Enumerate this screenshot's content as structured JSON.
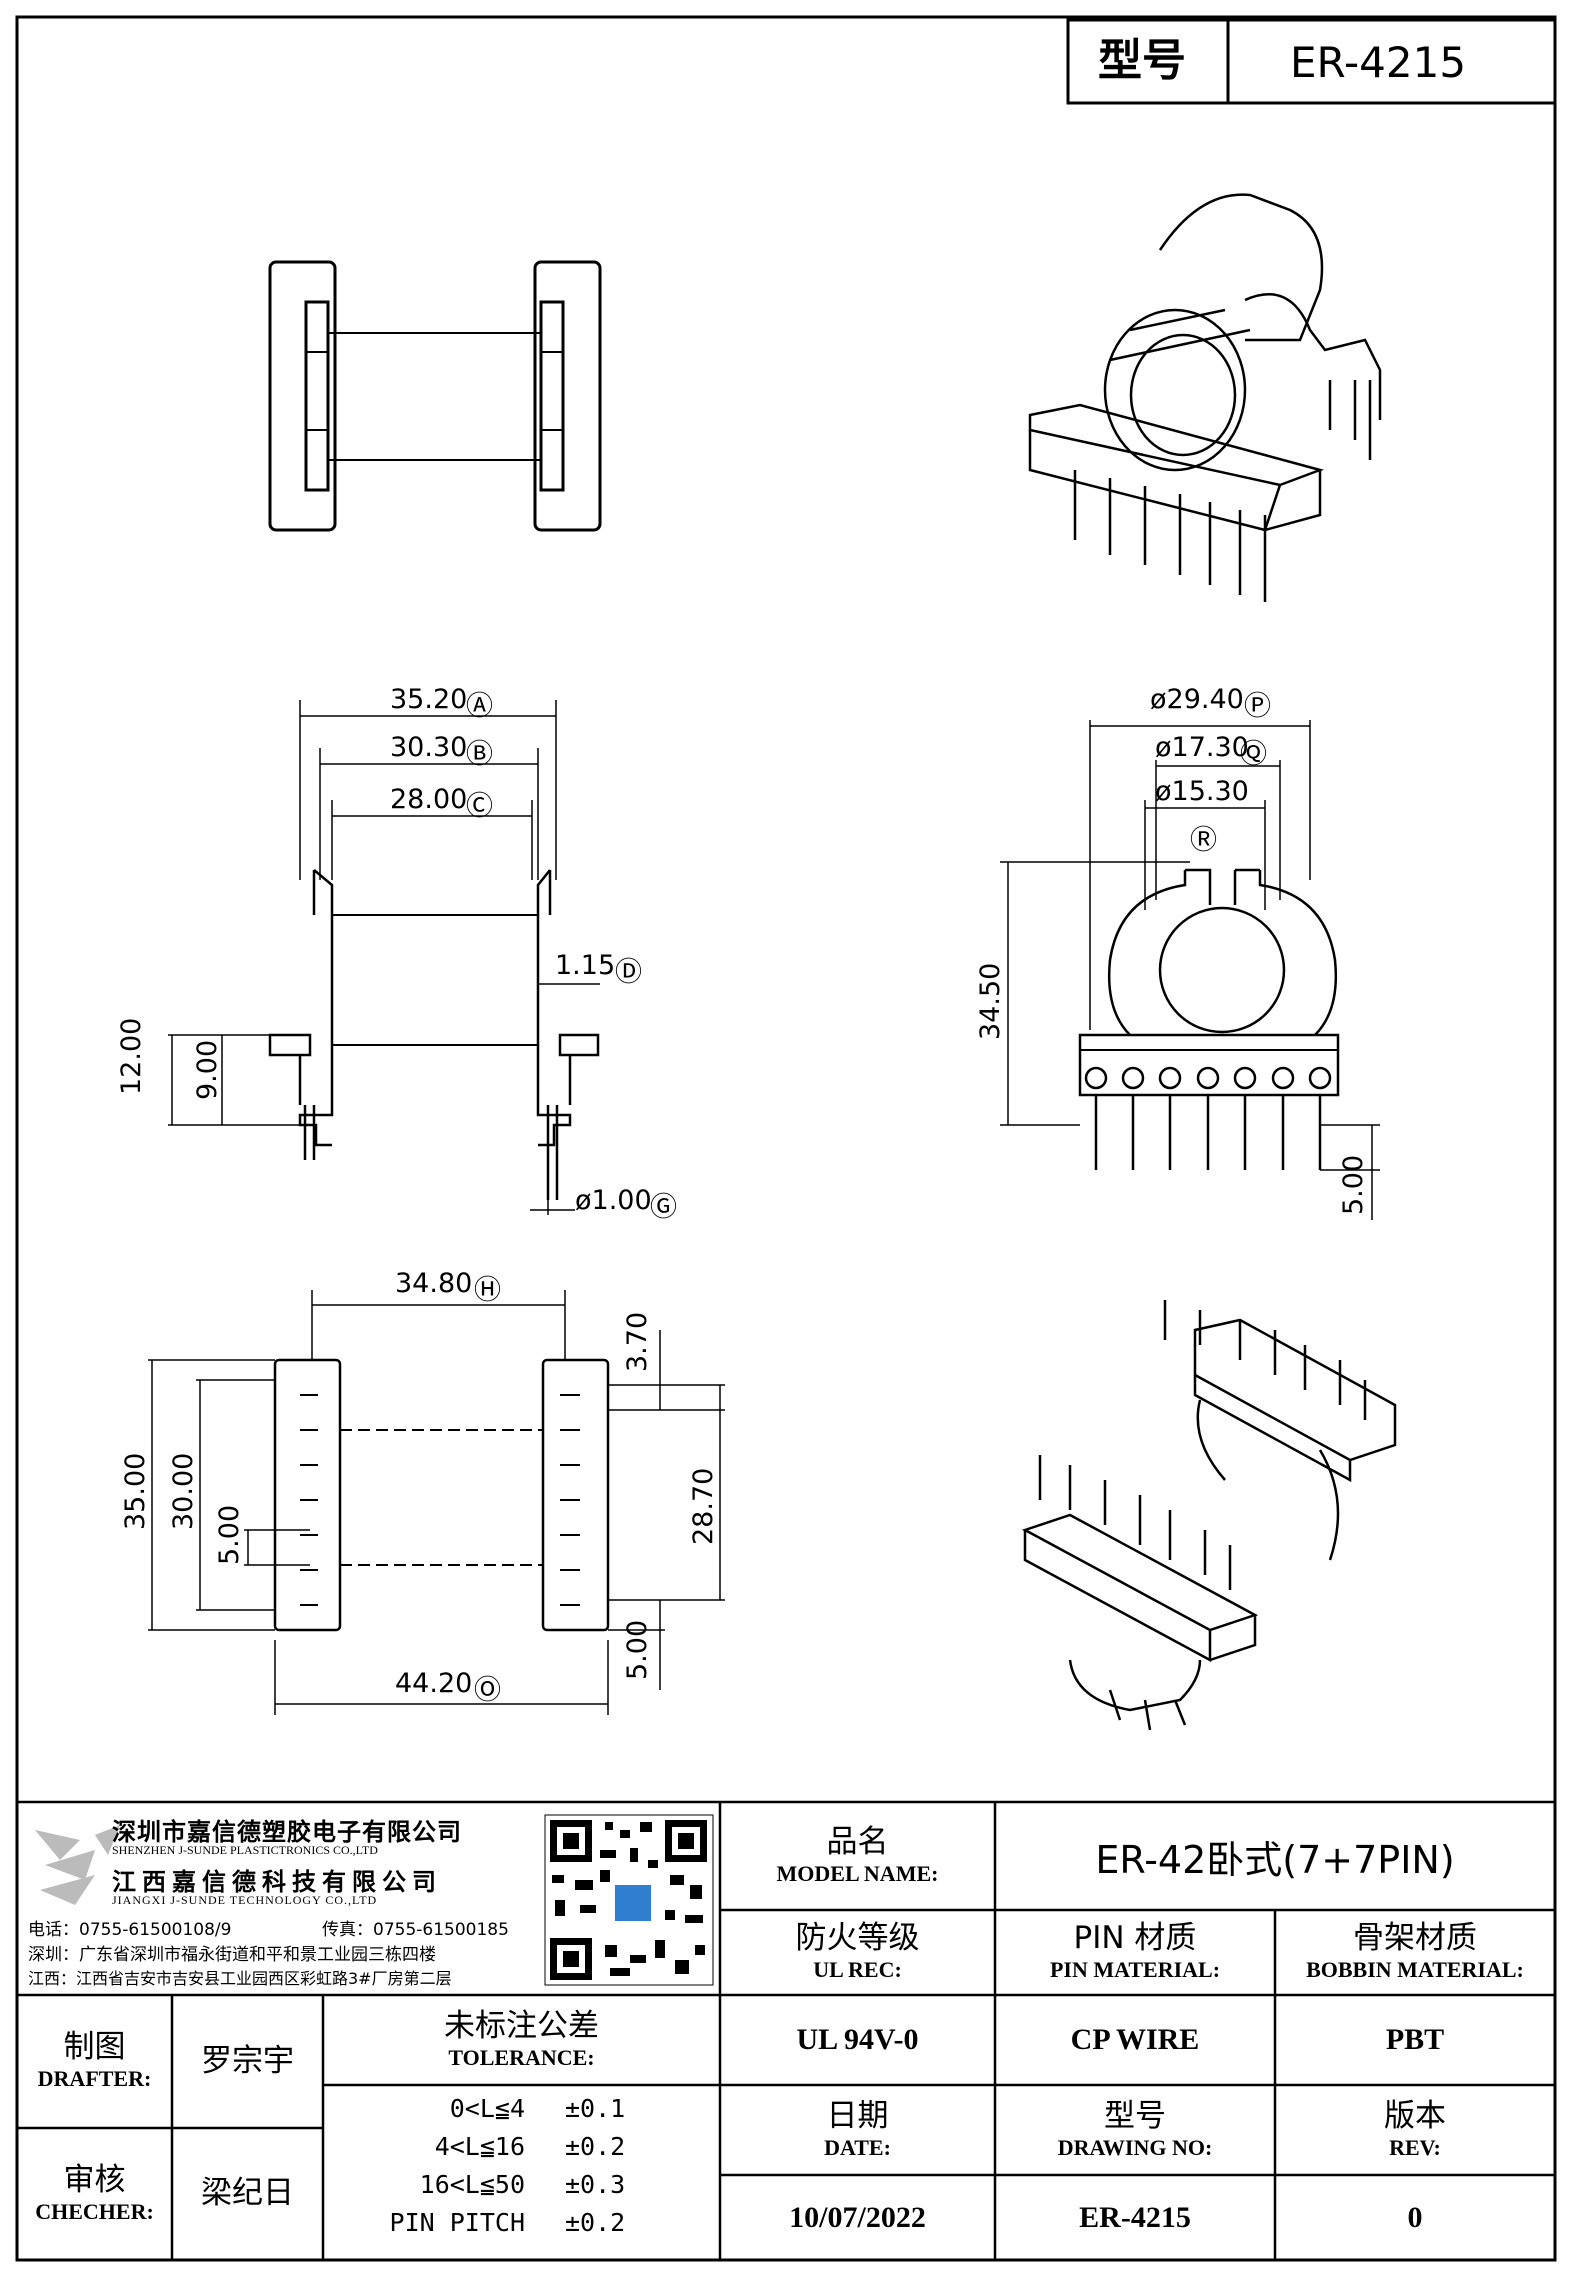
{
  "header": {
    "model_label": "型号",
    "model_value": "ER-4215"
  },
  "dimensions": {
    "A": "35.20",
    "B": "30.30",
    "C": "28.00",
    "D": "1.15",
    "E": "12.00",
    "F": "9.00",
    "G": "ø1.00",
    "P": "ø29.40",
    "Q": "ø17.30",
    "R": "ø15.30",
    "S": "34.50",
    "T": "5.00",
    "H": "34.80",
    "I": "3.70",
    "J": "35.00",
    "K": "30.00",
    "L": "5.00",
    "M": "28.70",
    "N": "5.00",
    "O": "44.20"
  },
  "company": {
    "name_cn_1": "深圳市嘉信德塑胶电子有限公司",
    "name_en_1": "SHENZHEN J-SUNDE PLASTICTRONICS CO.,LTD",
    "name_cn_2": "江西嘉信德科技有限公司",
    "name_en_2": "JIANGXI J-SUNDE TECHNOLOGY CO.,LTD",
    "tel": "电话：0755-61500108/9",
    "fax": "传真：0755-61500185",
    "addr_sz": "深圳：广东省深圳市福永街道和平和景工业园三栋四楼",
    "addr_jx": "江西：江西省吉安市吉安县工业园西区彩虹路3#厂房第二层"
  },
  "title_block": {
    "model_name_cn": "品名",
    "model_name_en": "MODEL NAME:",
    "model_name_value": "ER-42卧式(7+7PIN)",
    "ul_cn": "防火等级",
    "ul_en": "UL REC:",
    "ul_value": "UL 94V-0",
    "pin_cn": "PIN 材质",
    "pin_en": "PIN MATERIAL:",
    "pin_value": "CP WIRE",
    "bobbin_cn": "骨架材质",
    "bobbin_en": "BOBBIN MATERIAL:",
    "bobbin_value": "PBT",
    "drafter_cn": "制图",
    "drafter_en": "DRAFTER:",
    "drafter_value": "罗宗宇",
    "checker_cn": "审核",
    "checker_en": "CHECHER:",
    "checker_value": "梁纪日",
    "tolerance_cn": "未标注公差",
    "tolerance_en": "TOLERANCE:",
    "tolerances": [
      {
        "range": "0<L≦4",
        "value": "±0.1"
      },
      {
        "range": "4<L≦16",
        "value": "±0.2"
      },
      {
        "range": "16<L≦50",
        "value": "±0.3"
      },
      {
        "range": "PIN PITCH",
        "value": "±0.2"
      }
    ],
    "date_cn": "日期",
    "date_en": "DATE:",
    "date_value": "10/07/2022",
    "drawing_cn": "型号",
    "drawing_en": "DRAWING NO:",
    "drawing_value": "ER-4215",
    "rev_cn": "版本",
    "rev_en": "REV:",
    "rev_value": "0"
  },
  "colors": {
    "line": "#000000",
    "qr_accent": "#2f7fd0"
  }
}
